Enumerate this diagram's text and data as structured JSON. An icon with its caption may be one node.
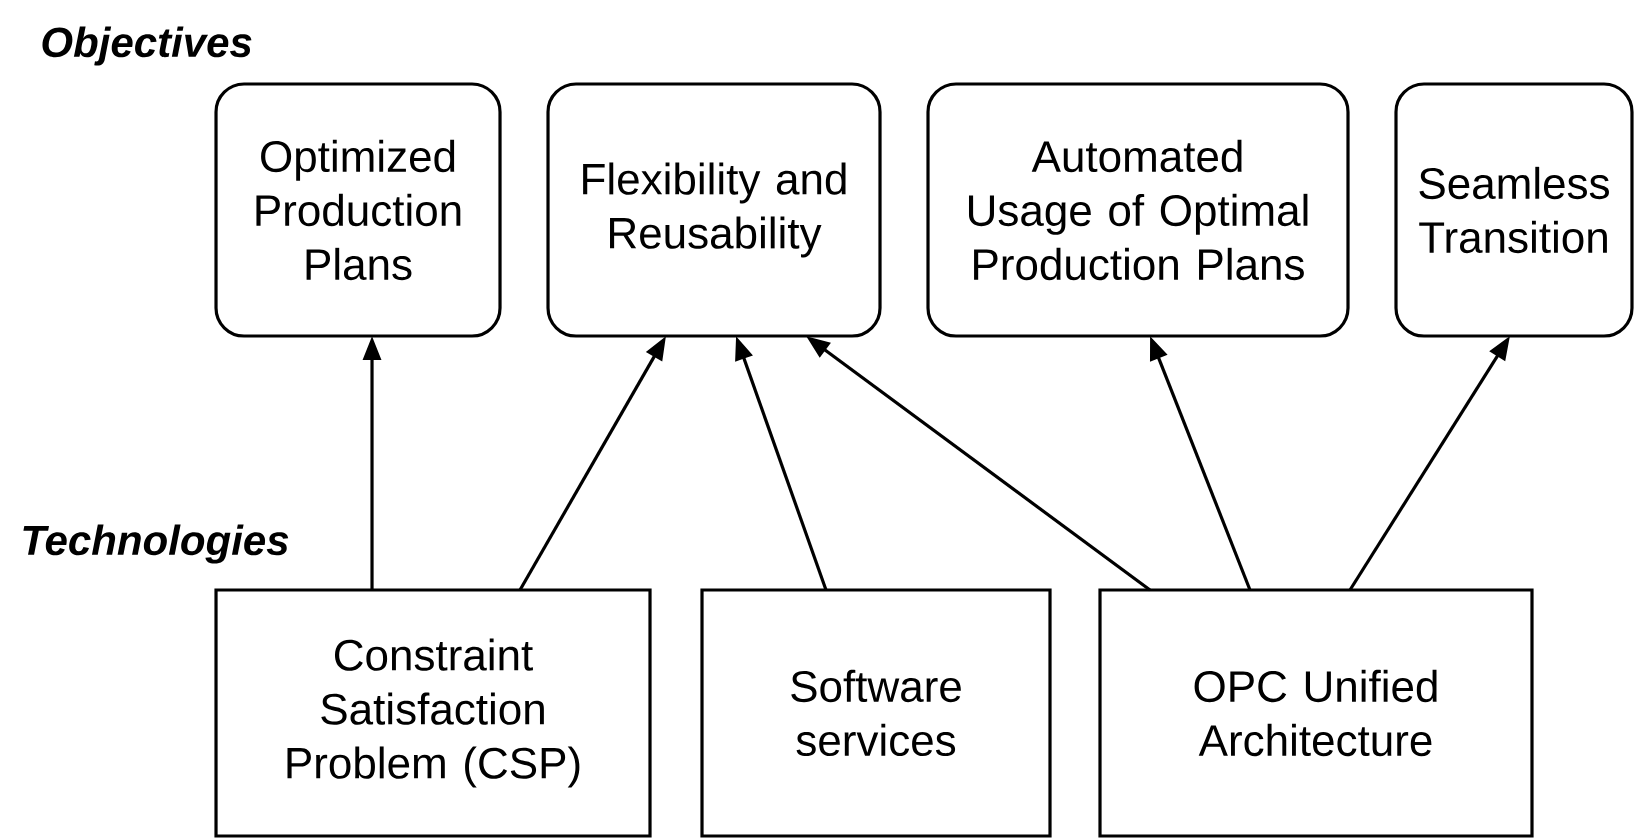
{
  "diagram": {
    "nodes": [
      {
        "text": [
          "Optimized Production Plans"
        ]
      },
      {
        "text": [
          "Flexibility and Reusability"
        ]
      },
      {
        "text": [
          "Automated Usage of Optimal Production Plans"
        ]
      },
      {
        "text": [
          "Seamless Transition"
        ]
      },
      {
        "text": [
          "Constraint Satisfaction Problem (CSP)"
        ]
      },
      {
        "text": [
          "Software services"
        ]
      },
      {
        "text": [
          "OPC Unified Architecture"
        ]
      }
    ],
    "edges": [
      {
        "from": 4,
        "to": 0,
        "arrow": "to"
      },
      {
        "from": 4,
        "to": 1,
        "arrow": "to"
      },
      {
        "from": 5,
        "to": 1,
        "arrow": "to"
      },
      {
        "from": 6,
        "to": 1,
        "arrow": "to"
      },
      {
        "from": 6,
        "to": 2,
        "arrow": "to"
      },
      {
        "from": 6,
        "to": 3,
        "arrow": "to"
      }
    ],
    "labels": [
      "Objectives",
      "Technologies"
    ]
  }
}
